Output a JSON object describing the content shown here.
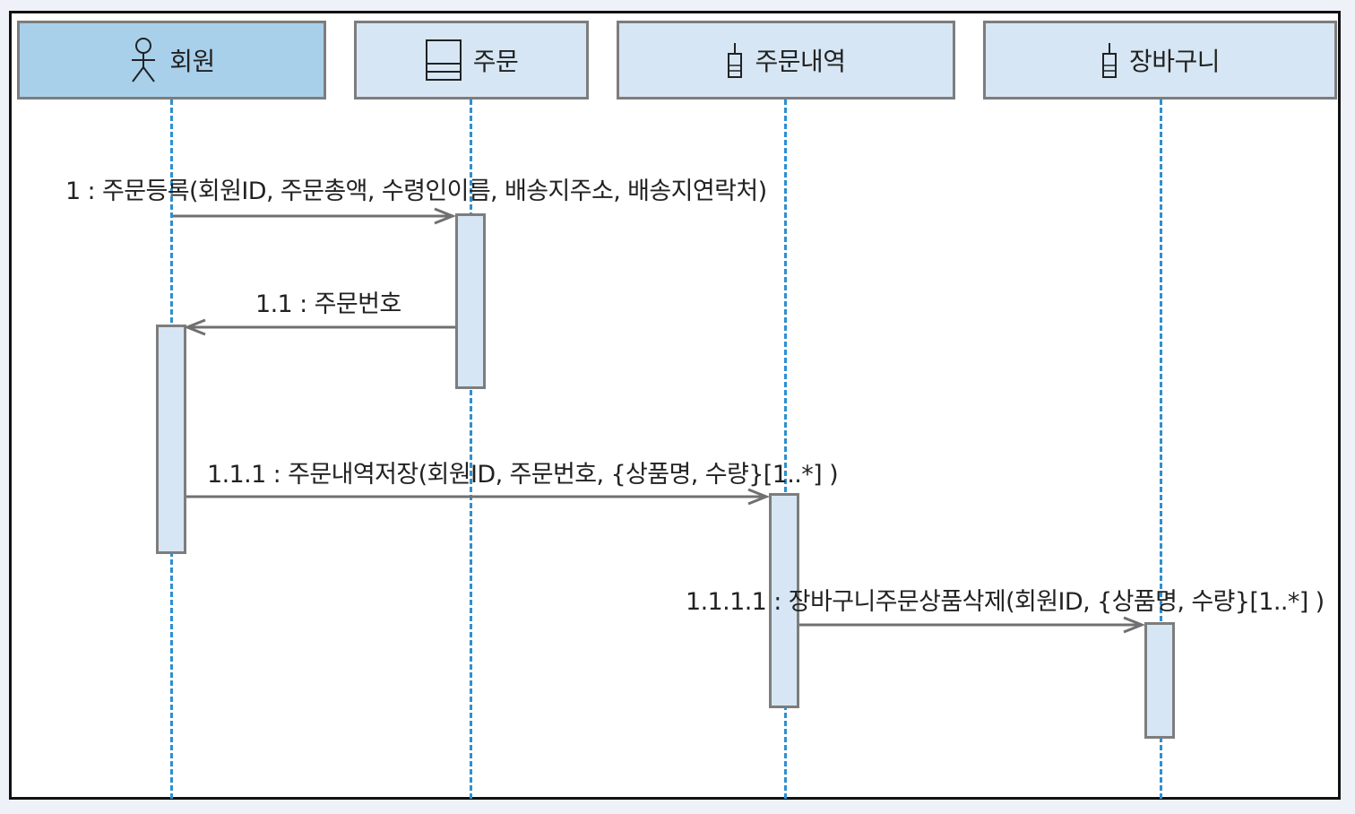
{
  "participants": [
    {
      "name": "회원",
      "kind": "actor",
      "icon": "actor-stick-figure-icon"
    },
    {
      "name": "주문",
      "kind": "boundary",
      "icon": "entity-box-icon"
    },
    {
      "name": "주문내역",
      "kind": "control",
      "icon": "control-tab-icon"
    },
    {
      "name": "장바구니",
      "kind": "control",
      "icon": "control-tab-icon"
    }
  ],
  "messages": [
    {
      "label": "1 : 주문등록(회원ID, 주문총액, 수령인이름, 배송지주소, 배송지연락처)",
      "from": "회원",
      "to": "주문"
    },
    {
      "label": "1.1 : 주문번호",
      "from": "주문",
      "to": "회원"
    },
    {
      "label": "1.1.1 : 주문내역저장(회원ID, 주문번호, {상품명, 수량}[1..*] )",
      "from": "회원",
      "to": "주문내역"
    },
    {
      "label": "1.1.1.1 : 장바구니주문상품삭제(회원ID, {상품명, 수량}[1..*] )",
      "from": "주문내역",
      "to": "장바구니"
    }
  ],
  "colors": {
    "lifeline": "#2f8fcf",
    "actor_fill": "#a9d0eb",
    "box_fill": "#d6e6f4",
    "border": "#7d7d7d",
    "arrow": "#707070"
  }
}
